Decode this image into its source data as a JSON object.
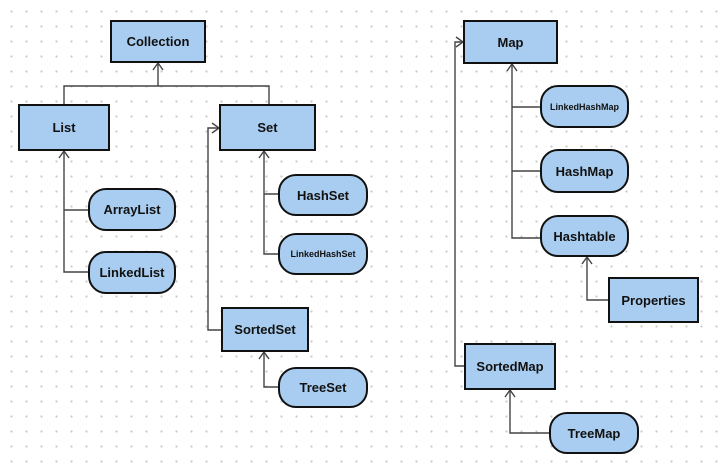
{
  "nodes": {
    "collection": "Collection",
    "list": "List",
    "set": "Set",
    "array_list": "ArrayList",
    "linked_list": "LinkedList",
    "hash_set": "HashSet",
    "linked_hash_set": "LinkedHashSet",
    "sorted_set": "SortedSet",
    "tree_set": "TreeSet",
    "map": "Map",
    "linked_hash_map": "LinkedHashMap",
    "hash_map": "HashMap",
    "hashtable": "Hashtable",
    "properties": "Properties",
    "sorted_map": "SortedMap",
    "tree_map": "TreeMap"
  },
  "edges": [
    {
      "from": "list",
      "to": "collection"
    },
    {
      "from": "set",
      "to": "collection"
    },
    {
      "from": "array_list",
      "to": "list"
    },
    {
      "from": "linked_list",
      "to": "list"
    },
    {
      "from": "hash_set",
      "to": "set"
    },
    {
      "from": "linked_hash_set",
      "to": "set"
    },
    {
      "from": "sorted_set",
      "to": "set"
    },
    {
      "from": "tree_set",
      "to": "sorted_set"
    },
    {
      "from": "linked_hash_map",
      "to": "map"
    },
    {
      "from": "hash_map",
      "to": "map"
    },
    {
      "from": "hashtable",
      "to": "map"
    },
    {
      "from": "properties",
      "to": "hashtable"
    },
    {
      "from": "sorted_map",
      "to": "map"
    },
    {
      "from": "tree_map",
      "to": "sorted_map"
    }
  ],
  "colors": {
    "node_fill": "#a9cdf0",
    "node_border": "#111111",
    "connector": "#444444"
  }
}
